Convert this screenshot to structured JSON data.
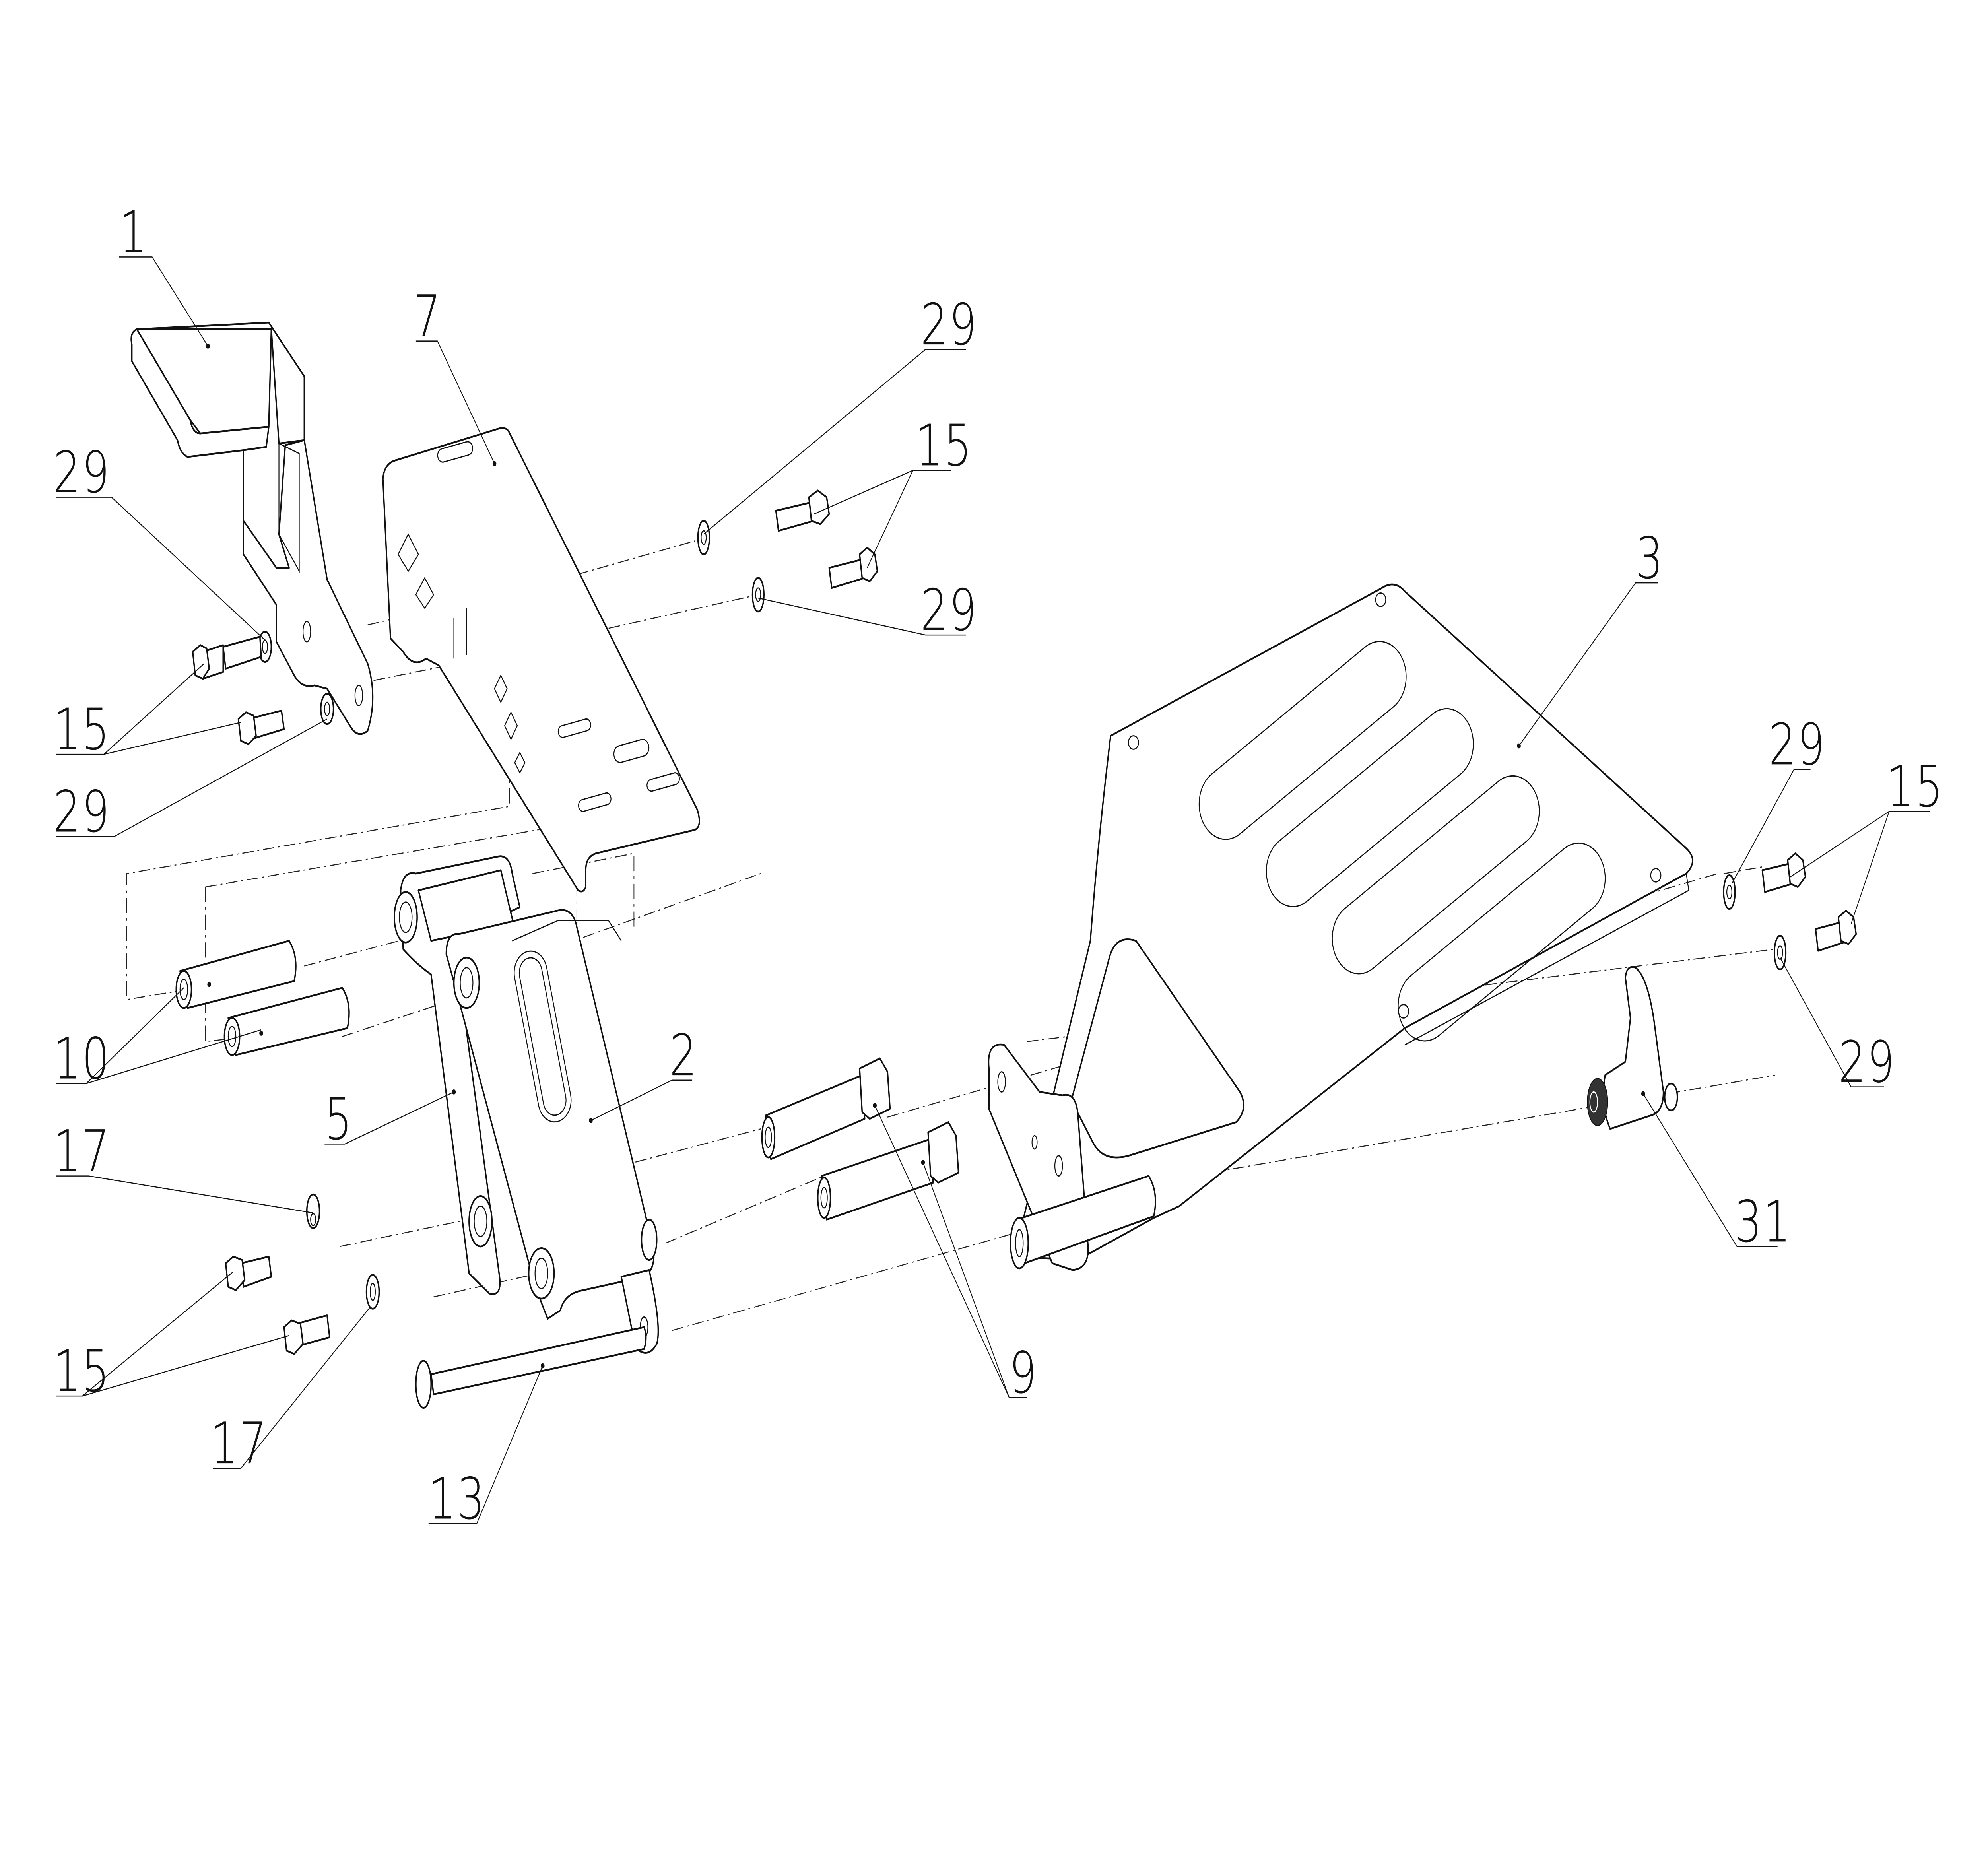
{
  "diagram": {
    "type": "exploded-assembly-drawing",
    "background": "#ffffff",
    "line_color": "#111111",
    "callouts": [
      {
        "id": "c1",
        "label": "1",
        "part": "upper bent bracket"
      },
      {
        "id": "c7",
        "label": "7",
        "part": "mounting plate with slots"
      },
      {
        "id": "c29a",
        "label": "29",
        "part": "washer"
      },
      {
        "id": "c15a",
        "label": "15",
        "part": "hex bolts"
      },
      {
        "id": "c29b",
        "label": "29",
        "part": "washer"
      },
      {
        "id": "c29c",
        "label": "29",
        "part": "washer"
      },
      {
        "id": "c15b",
        "label": "15",
        "part": "hex bolts"
      },
      {
        "id": "c29d",
        "label": "29",
        "part": "washer"
      },
      {
        "id": "c3",
        "label": "3",
        "part": "slotted foot plate"
      },
      {
        "id": "c29e",
        "label": "29",
        "part": "washer"
      },
      {
        "id": "c15c",
        "label": "15",
        "part": "hex bolts"
      },
      {
        "id": "c29f",
        "label": "29",
        "part": "washer"
      },
      {
        "id": "c10",
        "label": "10",
        "part": "spacer tubes"
      },
      {
        "id": "c2",
        "label": "2",
        "part": "slotted link arm"
      },
      {
        "id": "c5",
        "label": "5",
        "part": "side link arm"
      },
      {
        "id": "c17a",
        "label": "17",
        "part": "washer"
      },
      {
        "id": "c15d",
        "label": "15",
        "part": "hex bolts"
      },
      {
        "id": "c17b",
        "label": "17",
        "part": "washer"
      },
      {
        "id": "c13",
        "label": "13",
        "part": "long pin"
      },
      {
        "id": "c9",
        "label": "9",
        "part": "hex standoff spacers"
      },
      {
        "id": "c31",
        "label": "31",
        "part": "cam lever with knurled knob"
      }
    ]
  }
}
